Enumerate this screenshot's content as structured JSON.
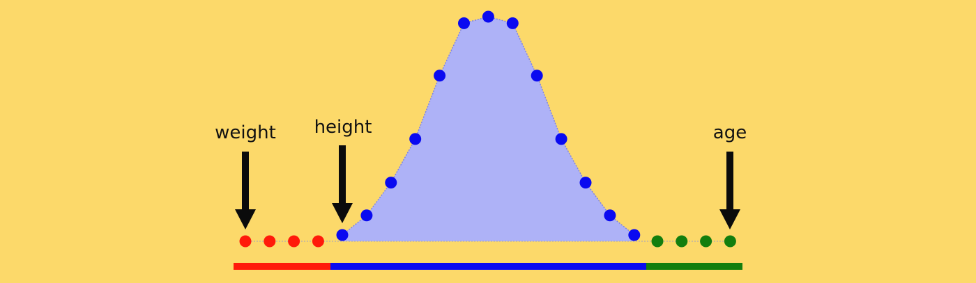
{
  "background_color": "#FCD96A",
  "annotations": [
    {
      "id": "weight",
      "text": "weight"
    },
    {
      "id": "height",
      "text": "height"
    },
    {
      "id": "age",
      "text": "age"
    }
  ],
  "segments": [
    {
      "id": "left",
      "color": "#FF1A0A",
      "point_count": 4
    },
    {
      "id": "middle",
      "color": "#0A0AF0",
      "point_count": 13
    },
    {
      "id": "right",
      "color": "#137E0E",
      "point_count": 4
    }
  ],
  "curve": {
    "fill_color": "#AEB2F7",
    "line_color": "#7F84E2",
    "relative_heights": [
      0.03,
      0.09,
      0.24,
      0.44,
      0.73,
      0.97,
      1.0,
      0.97,
      0.73,
      0.44,
      0.24,
      0.09,
      0.03
    ]
  }
}
